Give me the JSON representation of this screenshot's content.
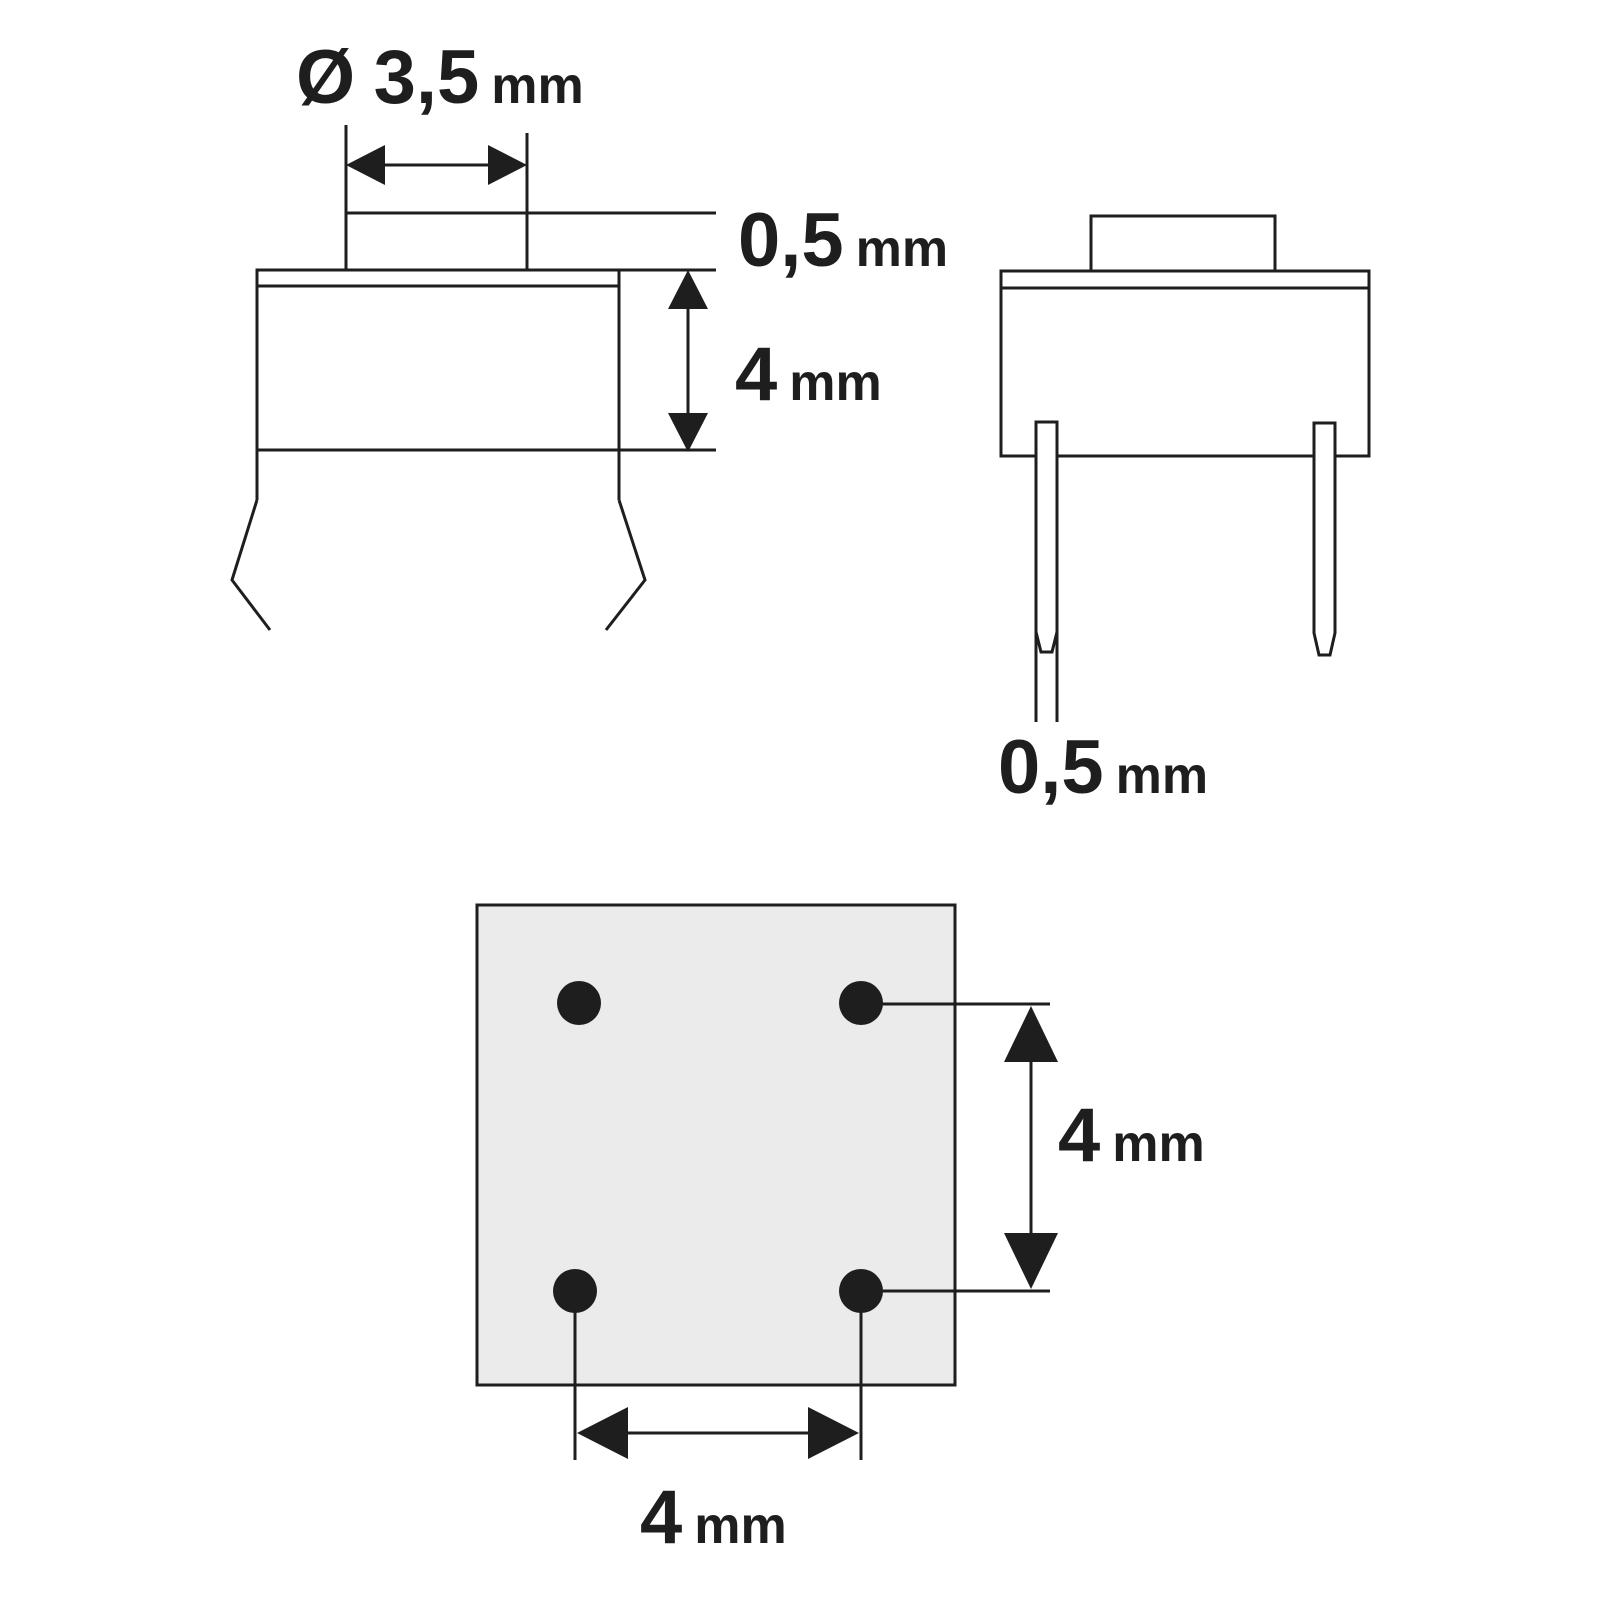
{
  "diagram": {
    "subject": "tactile push-button switch dimension drawing",
    "colors": {
      "line": "#1e1e1e",
      "footprint_fill": "#ebebeb",
      "background": "#ffffff"
    },
    "side_view": {
      "diameter_label": {
        "symbol": "Ø",
        "value": "3,5",
        "unit": "mm"
      },
      "button_height_label": {
        "value": "0,5",
        "unit": "mm"
      },
      "body_height_label": {
        "value": "4",
        "unit": "mm"
      }
    },
    "front_view": {
      "pin_width_label": {
        "value": "0,5",
        "unit": "mm"
      }
    },
    "footprint_view": {
      "vertical_pitch_label": {
        "value": "4",
        "unit": "mm"
      },
      "horizontal_pitch_label": {
        "value": "4",
        "unit": "mm"
      },
      "pin_count": 4
    }
  }
}
